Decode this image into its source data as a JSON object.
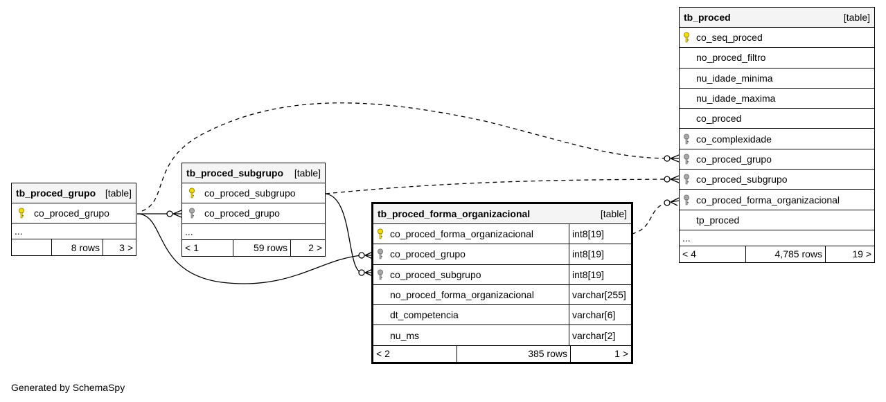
{
  "tables": {
    "grupo": {
      "name": "tb_proced_grupo",
      "kind": "[table]",
      "columns": [
        {
          "name": "co_proced_grupo",
          "key": "primary"
        }
      ],
      "more": "...",
      "footer": {
        "left": "",
        "rows": "8 rows",
        "right": "3 >"
      }
    },
    "subgrupo": {
      "name": "tb_proced_subgrupo",
      "kind": "[table]",
      "columns": [
        {
          "name": "co_proced_subgrupo",
          "key": "primary"
        },
        {
          "name": "co_proced_grupo",
          "key": "foreign"
        }
      ],
      "more": "...",
      "footer": {
        "left": "< 1",
        "rows": "59 rows",
        "right": "2 >"
      }
    },
    "forma": {
      "name": "tb_proced_forma_organizacional",
      "kind": "[table]",
      "columns": [
        {
          "name": "co_proced_forma_organizacional",
          "key": "primary",
          "type": "int8[19]"
        },
        {
          "name": "co_proced_grupo",
          "key": "foreign",
          "type": "int8[19]"
        },
        {
          "name": "co_proced_subgrupo",
          "key": "foreign",
          "type": "int8[19]"
        },
        {
          "name": "no_proced_forma_organizacional",
          "key": "",
          "type": "varchar[255]"
        },
        {
          "name": "dt_competencia",
          "key": "",
          "type": "varchar[6]"
        },
        {
          "name": "nu_ms",
          "key": "",
          "type": "varchar[2]"
        }
      ],
      "footer": {
        "left": "< 2",
        "rows": "385 rows",
        "right": "1 >"
      }
    },
    "proced": {
      "name": "tb_proced",
      "kind": "[table]",
      "columns": [
        {
          "name": "co_seq_proced",
          "key": "primary"
        },
        {
          "name": "no_proced_filtro",
          "key": ""
        },
        {
          "name": "nu_idade_minima",
          "key": ""
        },
        {
          "name": "nu_idade_maxima",
          "key": ""
        },
        {
          "name": "co_proced",
          "key": ""
        },
        {
          "name": "co_complexidade",
          "key": "foreign"
        },
        {
          "name": "co_proced_grupo",
          "key": "foreign"
        },
        {
          "name": "co_proced_subgrupo",
          "key": "foreign"
        },
        {
          "name": "co_proced_forma_organizacional",
          "key": "foreign"
        },
        {
          "name": "tp_proced",
          "key": ""
        }
      ],
      "more": "...",
      "footer": {
        "left": "< 4",
        "rows": "4,785 rows",
        "right": "19 >"
      }
    }
  },
  "colors": {
    "primary_key": "#f0dc00",
    "foreign_key": "#a8a8a8",
    "line": "#000000"
  },
  "generated_by": "Generated by SchemaSpy"
}
